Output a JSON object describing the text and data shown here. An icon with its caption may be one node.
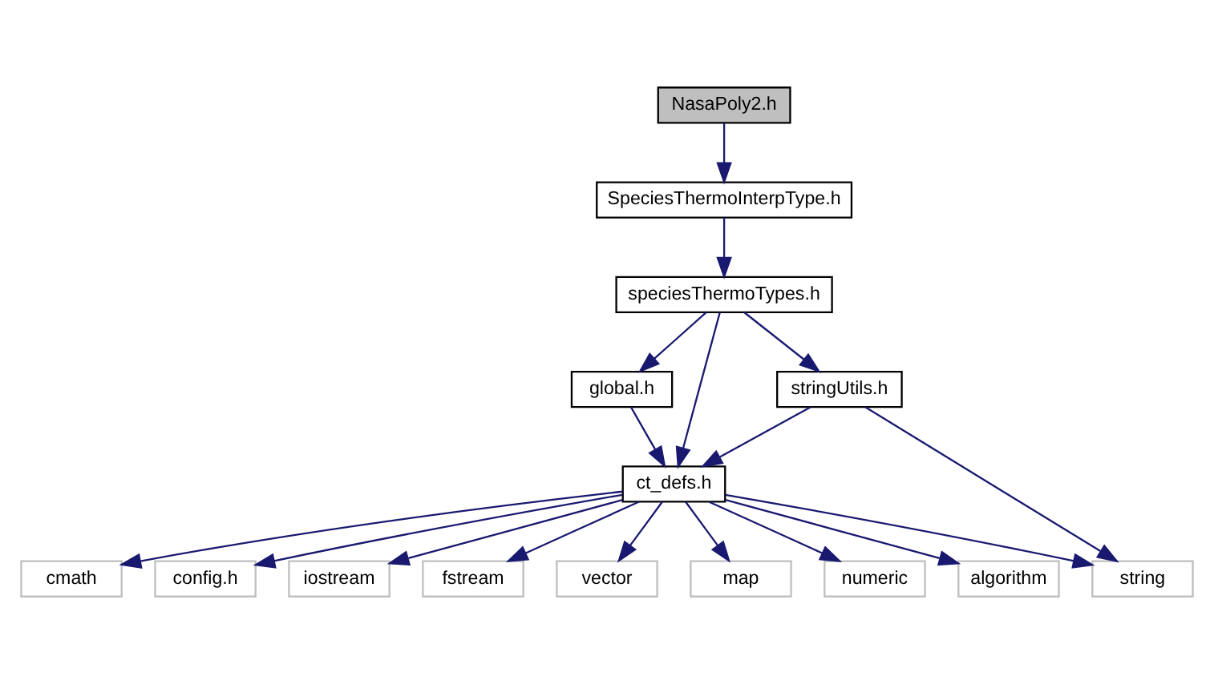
{
  "diagram": {
    "nodes": [
      {
        "text": [
          "NasaPoly2.h"
        ]
      },
      {
        "text": [
          "SpeciesThermoInterpType.h"
        ]
      },
      {
        "text": [
          "speciesThermoTypes.h"
        ]
      },
      {
        "text": [
          "global.h"
        ]
      },
      {
        "text": [
          "stringUtils.h"
        ]
      },
      {
        "text": [
          "ct_defs.h"
        ]
      },
      {
        "text": [
          "cmath"
        ]
      },
      {
        "text": [
          "config.h"
        ]
      },
      {
        "text": [
          "iostream"
        ]
      },
      {
        "text": [
          "fstream"
        ]
      },
      {
        "text": [
          "vector"
        ]
      },
      {
        "text": [
          "map"
        ]
      },
      {
        "text": [
          "numeric"
        ]
      },
      {
        "text": [
          "algorithm"
        ]
      },
      {
        "text": [
          "string"
        ]
      }
    ],
    "edges": [
      {
        "from": 0,
        "to": 1,
        "arrow": "to"
      },
      {
        "from": 1,
        "to": 2,
        "arrow": "to"
      },
      {
        "from": 2,
        "to": 5,
        "arrow": "to"
      },
      {
        "from": 2,
        "to": 3,
        "arrow": "to"
      },
      {
        "from": 2,
        "to": 4,
        "arrow": "to"
      },
      {
        "from": 3,
        "to": 5,
        "arrow": "to"
      },
      {
        "from": 4,
        "to": 5,
        "arrow": "to"
      },
      {
        "from": 4,
        "to": 14,
        "arrow": "to"
      },
      {
        "from": 5,
        "to": 6,
        "arrow": "to"
      },
      {
        "from": 5,
        "to": 7,
        "arrow": "to"
      },
      {
        "from": 5,
        "to": 8,
        "arrow": "to"
      },
      {
        "from": 5,
        "to": 9,
        "arrow": "to"
      },
      {
        "from": 5,
        "to": 10,
        "arrow": "to"
      },
      {
        "from": 5,
        "to": 11,
        "arrow": "to"
      },
      {
        "from": 5,
        "to": 12,
        "arrow": "to"
      },
      {
        "from": 5,
        "to": 13,
        "arrow": "to"
      },
      {
        "from": 5,
        "to": 14,
        "arrow": "to"
      }
    ]
  }
}
